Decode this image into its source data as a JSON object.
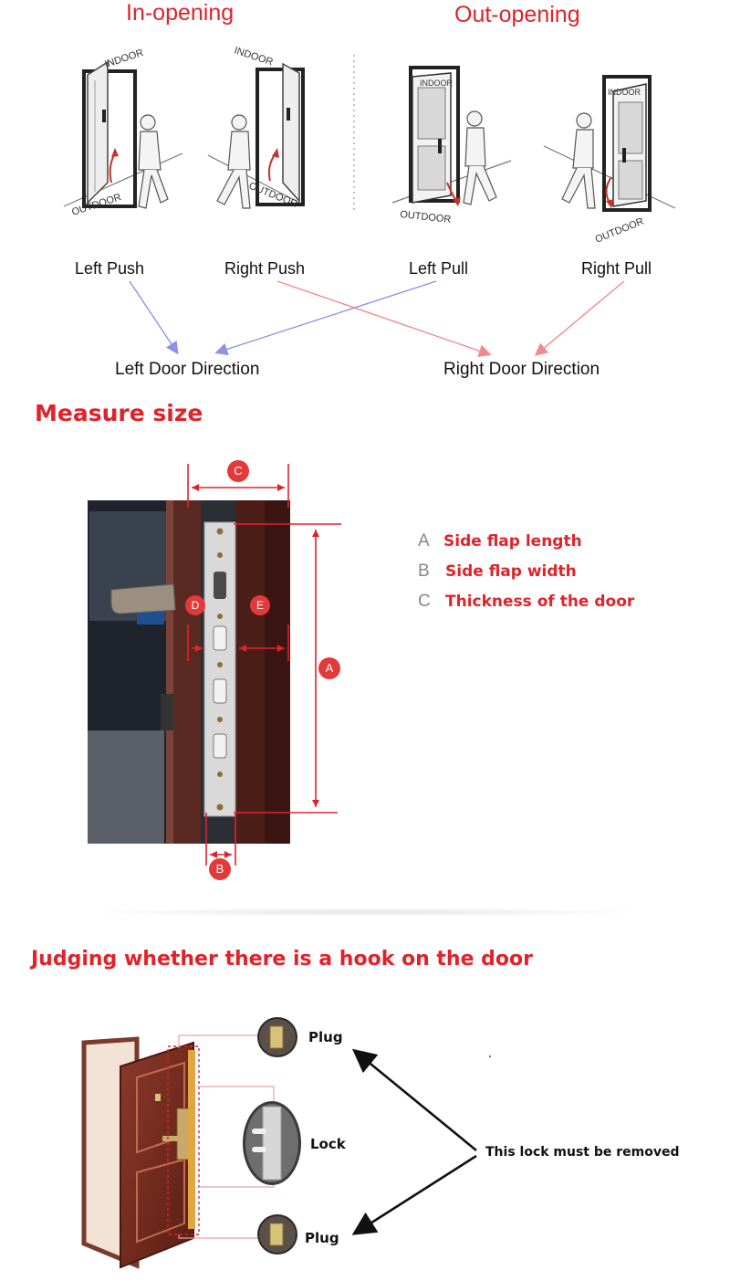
{
  "section1": {
    "in_opening": "In-opening",
    "out_opening": "Out-opening",
    "door_labels": {
      "indoor": "INDOOR",
      "outdoor": "OUTDOOR"
    },
    "directions": [
      "Left Push",
      "Right Push",
      "Left Pull",
      "Right Pull"
    ],
    "left_door_direction": "Left Door Direction",
    "right_door_direction": "Right Door Direction",
    "arrow_colors": {
      "left": "#8c93e8",
      "right": "#f08a8c"
    }
  },
  "section2": {
    "title": "Measure size",
    "markers": {
      "a": "A",
      "b": "B",
      "c": "C",
      "d": "D",
      "e": "E"
    },
    "legend": [
      {
        "letter": "A",
        "text": "Side flap length"
      },
      {
        "letter": "B",
        "text": "Side flap width"
      },
      {
        "letter": "C",
        "text": "Thickness of the door"
      }
    ]
  },
  "section3": {
    "title": "Judging whether there is a hook on the door",
    "plug_top": "Plug",
    "lock": "Lock",
    "plug_bottom": "Plug",
    "note": "This lock must be removed"
  },
  "colors": {
    "accent_red": "#e0232a",
    "legend_grey": "#888888"
  }
}
